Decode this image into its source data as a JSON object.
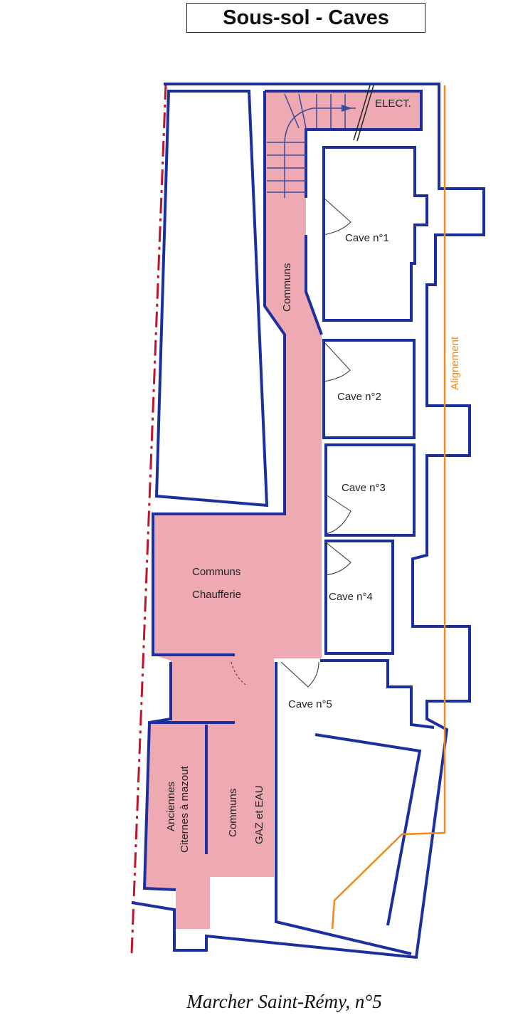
{
  "title": "Sous-sol - Caves",
  "footer": "Marcher Saint-Rémy, n°5",
  "labels": {
    "elect": "ELECT.",
    "communs": "Communs",
    "cave1": "Cave n°1",
    "cave2": "Cave n°2",
    "cave3": "Cave n°3",
    "cave4": "Cave n°4",
    "cave5": "Cave n°5",
    "chaufferie_1": "Communs",
    "chaufferie_2": "Chaufferie",
    "citernes_1": "Anciennes",
    "citernes_2": "Citernes à mazout",
    "gaz_1": "Communs",
    "gaz_2": "GAZ et EAU",
    "alignement": "Alignement"
  },
  "colors": {
    "wall": "#1b2f9e",
    "common_area": "#eea9b2",
    "alignment_line": "#f08a1c",
    "property_line": "#c0142a"
  }
}
